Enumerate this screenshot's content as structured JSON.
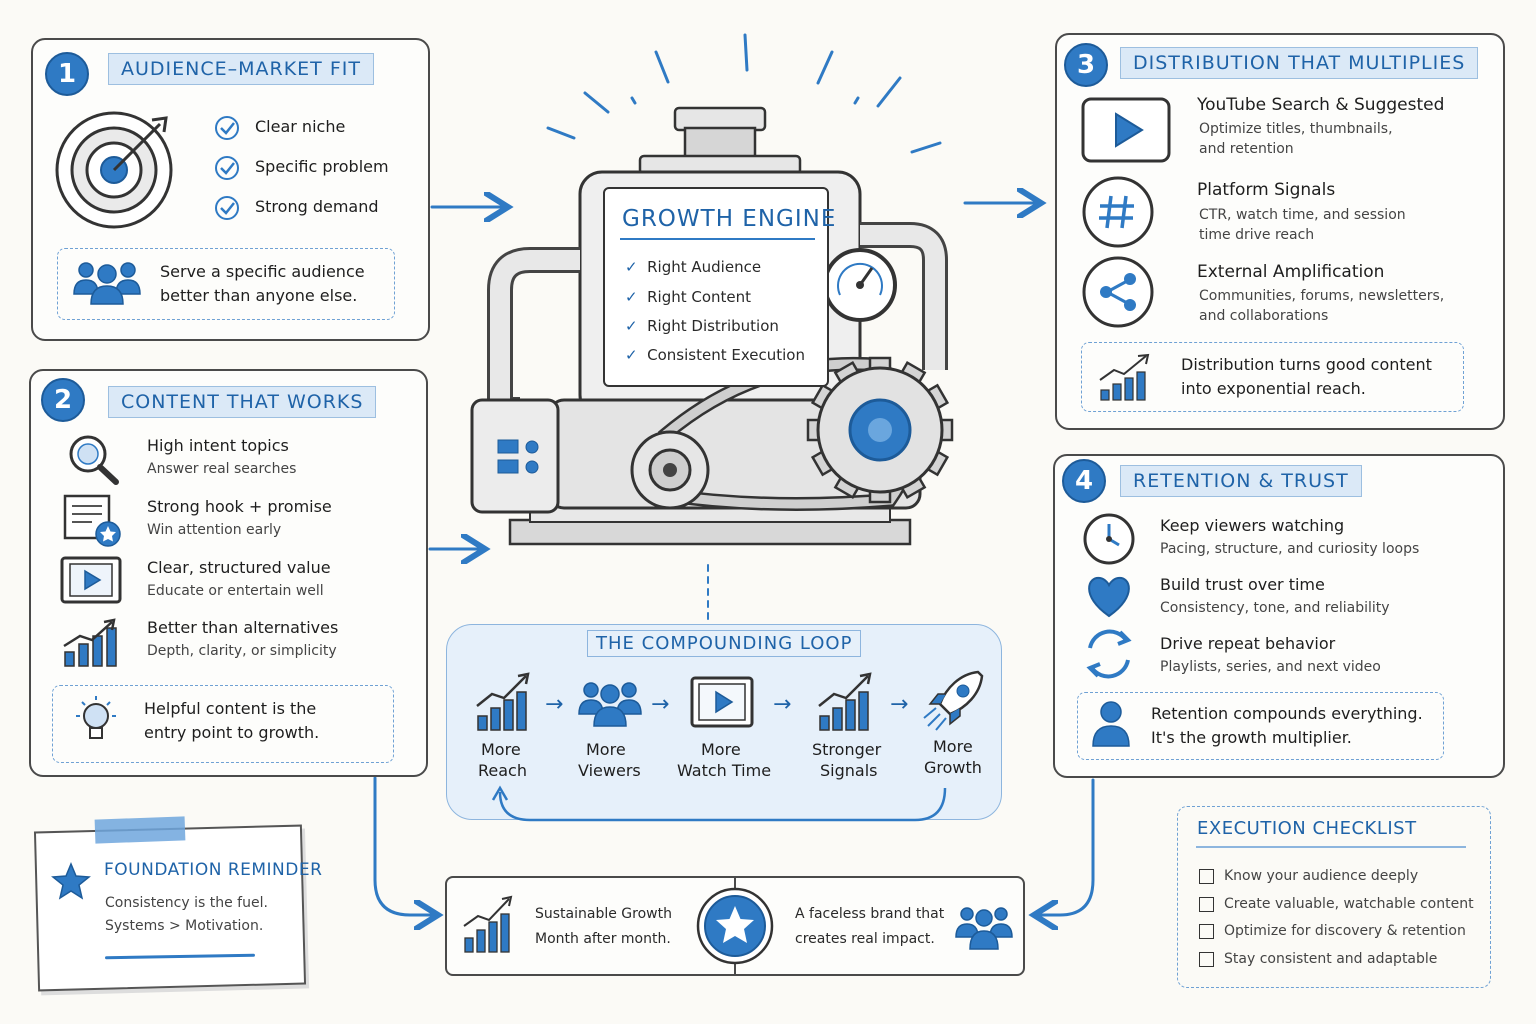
{
  "panel1": {
    "num": "1",
    "title": "AUDIENCE–MARKET FIT",
    "checks": [
      "Clear niche",
      "Specific problem",
      "Strong demand"
    ],
    "note_l1": "Serve a specific audience",
    "note_l2": "better than anyone else."
  },
  "panel2": {
    "num": "2",
    "title": "CONTENT THAT WORKS",
    "items": [
      {
        "title": "High intent topics",
        "sub": "Answer real searches",
        "icon": "magnifier-icon"
      },
      {
        "title": "Strong hook + promise",
        "sub": "Win attention early",
        "icon": "document-star-icon"
      },
      {
        "title": "Clear, structured value",
        "sub": "Educate or entertain well",
        "icon": "video-frame-icon"
      },
      {
        "title": "Better than alternatives",
        "sub": "Depth, clarity, or simplicity",
        "icon": "bar-chart-icon"
      }
    ],
    "note_l1": "Helpful content is the",
    "note_l2": "entry point to growth."
  },
  "engine": {
    "title": "GROWTH ENGINE",
    "checks": [
      "Right Audience",
      "Right Content",
      "Right Distribution",
      "Consistent Execution"
    ]
  },
  "panel3": {
    "num": "3",
    "title": "DISTRIBUTION THAT MULTIPLIES",
    "items": [
      {
        "title": "YouTube Search & Suggested",
        "sub1": "Optimize titles, thumbnails,",
        "sub2": "and retention",
        "icon": "play-button-icon"
      },
      {
        "title": "Platform Signals",
        "sub1": "CTR, watch time, and session",
        "sub2": "time drive reach",
        "icon": "hashtag-icon"
      },
      {
        "title": "External Amplification",
        "sub1": "Communities, forums, newsletters,",
        "sub2": "and collaborations",
        "icon": "share-icon"
      }
    ],
    "note_l1": "Distribution turns good content",
    "note_l2": "into exponential reach."
  },
  "panel4": {
    "num": "4",
    "title": "RETENTION & TRUST",
    "items": [
      {
        "title": "Keep viewers watching",
        "sub": "Pacing, structure, and curiosity loops",
        "icon": "clock-icon"
      },
      {
        "title": "Build trust over time",
        "sub": "Consistency, tone, and reliability",
        "icon": "heart-icon"
      },
      {
        "title": "Drive repeat behavior",
        "sub": "Playlists, series, and next video",
        "icon": "refresh-icon"
      }
    ],
    "note_l1": "Retention compounds everything.",
    "note_l2": "It's the growth multiplier."
  },
  "loop": {
    "title": "THE COMPOUNDING LOOP",
    "steps": [
      {
        "l1": "More",
        "l2": "Reach",
        "icon": "growth-chart-icon"
      },
      {
        "l1": "More",
        "l2": "Viewers",
        "icon": "people-group-icon"
      },
      {
        "l1": "More",
        "l2": "Watch Time",
        "icon": "play-screen-icon"
      },
      {
        "l1": "Stronger",
        "l2": "Signals",
        "icon": "signal-chart-icon"
      },
      {
        "l1": "More",
        "l2": "Growth",
        "icon": "rocket-icon"
      }
    ]
  },
  "reminder": {
    "title": "FOUNDATION REMINDER",
    "l1": "Consistency is the fuel.",
    "l2": "Systems > Motivation."
  },
  "bottom": {
    "left_l1": "Sustainable Growth",
    "left_l2": "Month after month.",
    "right_l1": "A faceless brand that",
    "right_l2": "creates real impact."
  },
  "checklist": {
    "title": "EXECUTION CHECKLIST",
    "items": [
      "Know your audience deeply",
      "Create valuable, watchable content",
      "Optimize for discovery & retention",
      "Stay consistent and adaptable"
    ]
  },
  "colors": {
    "accent": "#2f7ac4",
    "ink": "#2a2a2a",
    "tag_bg": "#dbe9f7",
    "loop_bg": "#e6f0fa"
  }
}
